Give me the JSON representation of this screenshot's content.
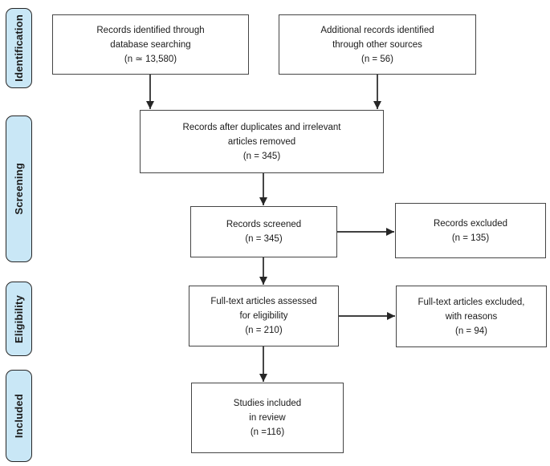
{
  "stages": [
    {
      "label": "Identification"
    },
    {
      "label": "Screening"
    },
    {
      "label": "Eligibility"
    },
    {
      "label": "Included"
    }
  ],
  "boxes": [
    {
      "lines": [
        "Records identified through",
        "database searching",
        "(n ≃ 13,580)"
      ]
    },
    {
      "lines": [
        "Additional records identified",
        "through other sources",
        "(n = 56)"
      ]
    },
    {
      "lines": [
        "Records after duplicates and irrelevant",
        "articles removed",
        "(n = 345)"
      ]
    },
    {
      "lines": [
        "Records screened",
        "(n = 345)"
      ]
    },
    {
      "lines": [
        "Records excluded",
        "(n = 135)"
      ]
    },
    {
      "lines": [
        "Full-text articles assessed",
        "for eligibility",
        "(n = 210)"
      ]
    },
    {
      "lines": [
        "Full-text articles excluded,",
        "with reasons",
        "(n = 94)"
      ]
    },
    {
      "lines": [
        "Studies included",
        "in review",
        "(n =116)"
      ]
    }
  ],
  "colors": {
    "stage_fill": "#C9E7F6",
    "stage_border": "#262626",
    "box_border": "#454545",
    "arrow": "#262626",
    "text": "#1a1a1a"
  }
}
